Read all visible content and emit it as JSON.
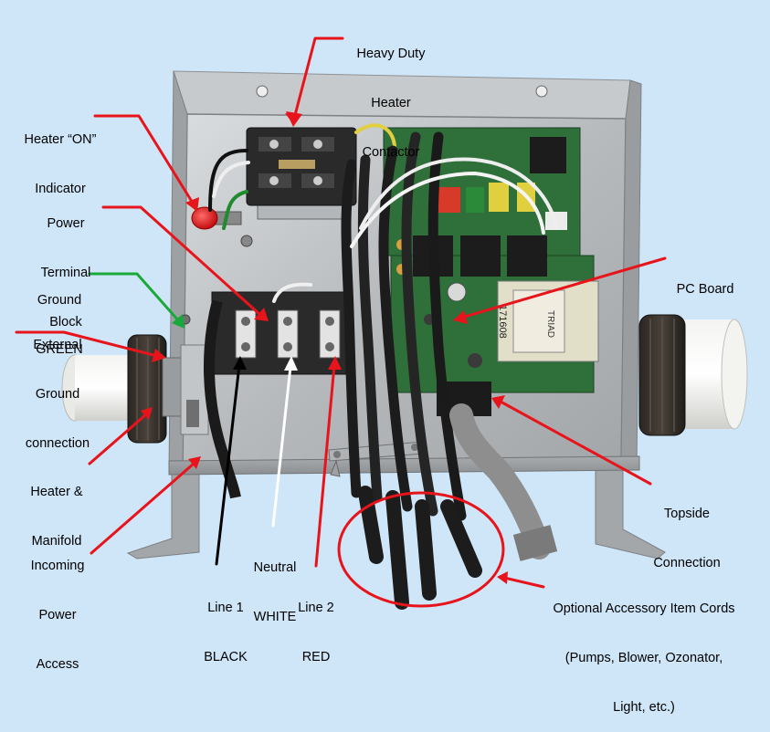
{
  "colors": {
    "background": "#cfe6f8",
    "callout_red": "#e8141b",
    "callout_green": "#19a83a",
    "callout_black": "#000000",
    "callout_white": "#ffffff",
    "metal": "#b9bcbf",
    "circuit_board": "#2f6f3a"
  },
  "labels": {
    "heavy_duty_heater_contactor": [
      "Heavy Duty",
      "Heater",
      "Contactor"
    ],
    "heater_on_indicator": [
      "Heater “ON”",
      "Indicator"
    ],
    "power_terminal_block": [
      "Power",
      "Terminal",
      "Block"
    ],
    "ground_green": [
      "Ground",
      "GREEN"
    ],
    "external_ground_connection": [
      "External",
      "Ground",
      "connection"
    ],
    "heater_manifold": [
      "Heater &",
      "Manifold"
    ],
    "incoming_power_access": [
      "Incoming",
      "Power",
      "Access"
    ],
    "line1_black": [
      "Line 1",
      "BLACK"
    ],
    "neutral_white": [
      "Neutral",
      "WHITE"
    ],
    "line2_red": [
      "Line 2",
      "RED"
    ],
    "pc_board": [
      "PC Board"
    ],
    "topside_connection": [
      "Topside",
      "Connection"
    ],
    "optional_accessory_cords": [
      "Optional Accessory Item Cords",
      "(Pumps, Blower, Ozonator,",
      "Light, etc.)"
    ]
  },
  "photo_markings": {
    "transformer_text": "TRIAD",
    "board_number": "171608"
  }
}
